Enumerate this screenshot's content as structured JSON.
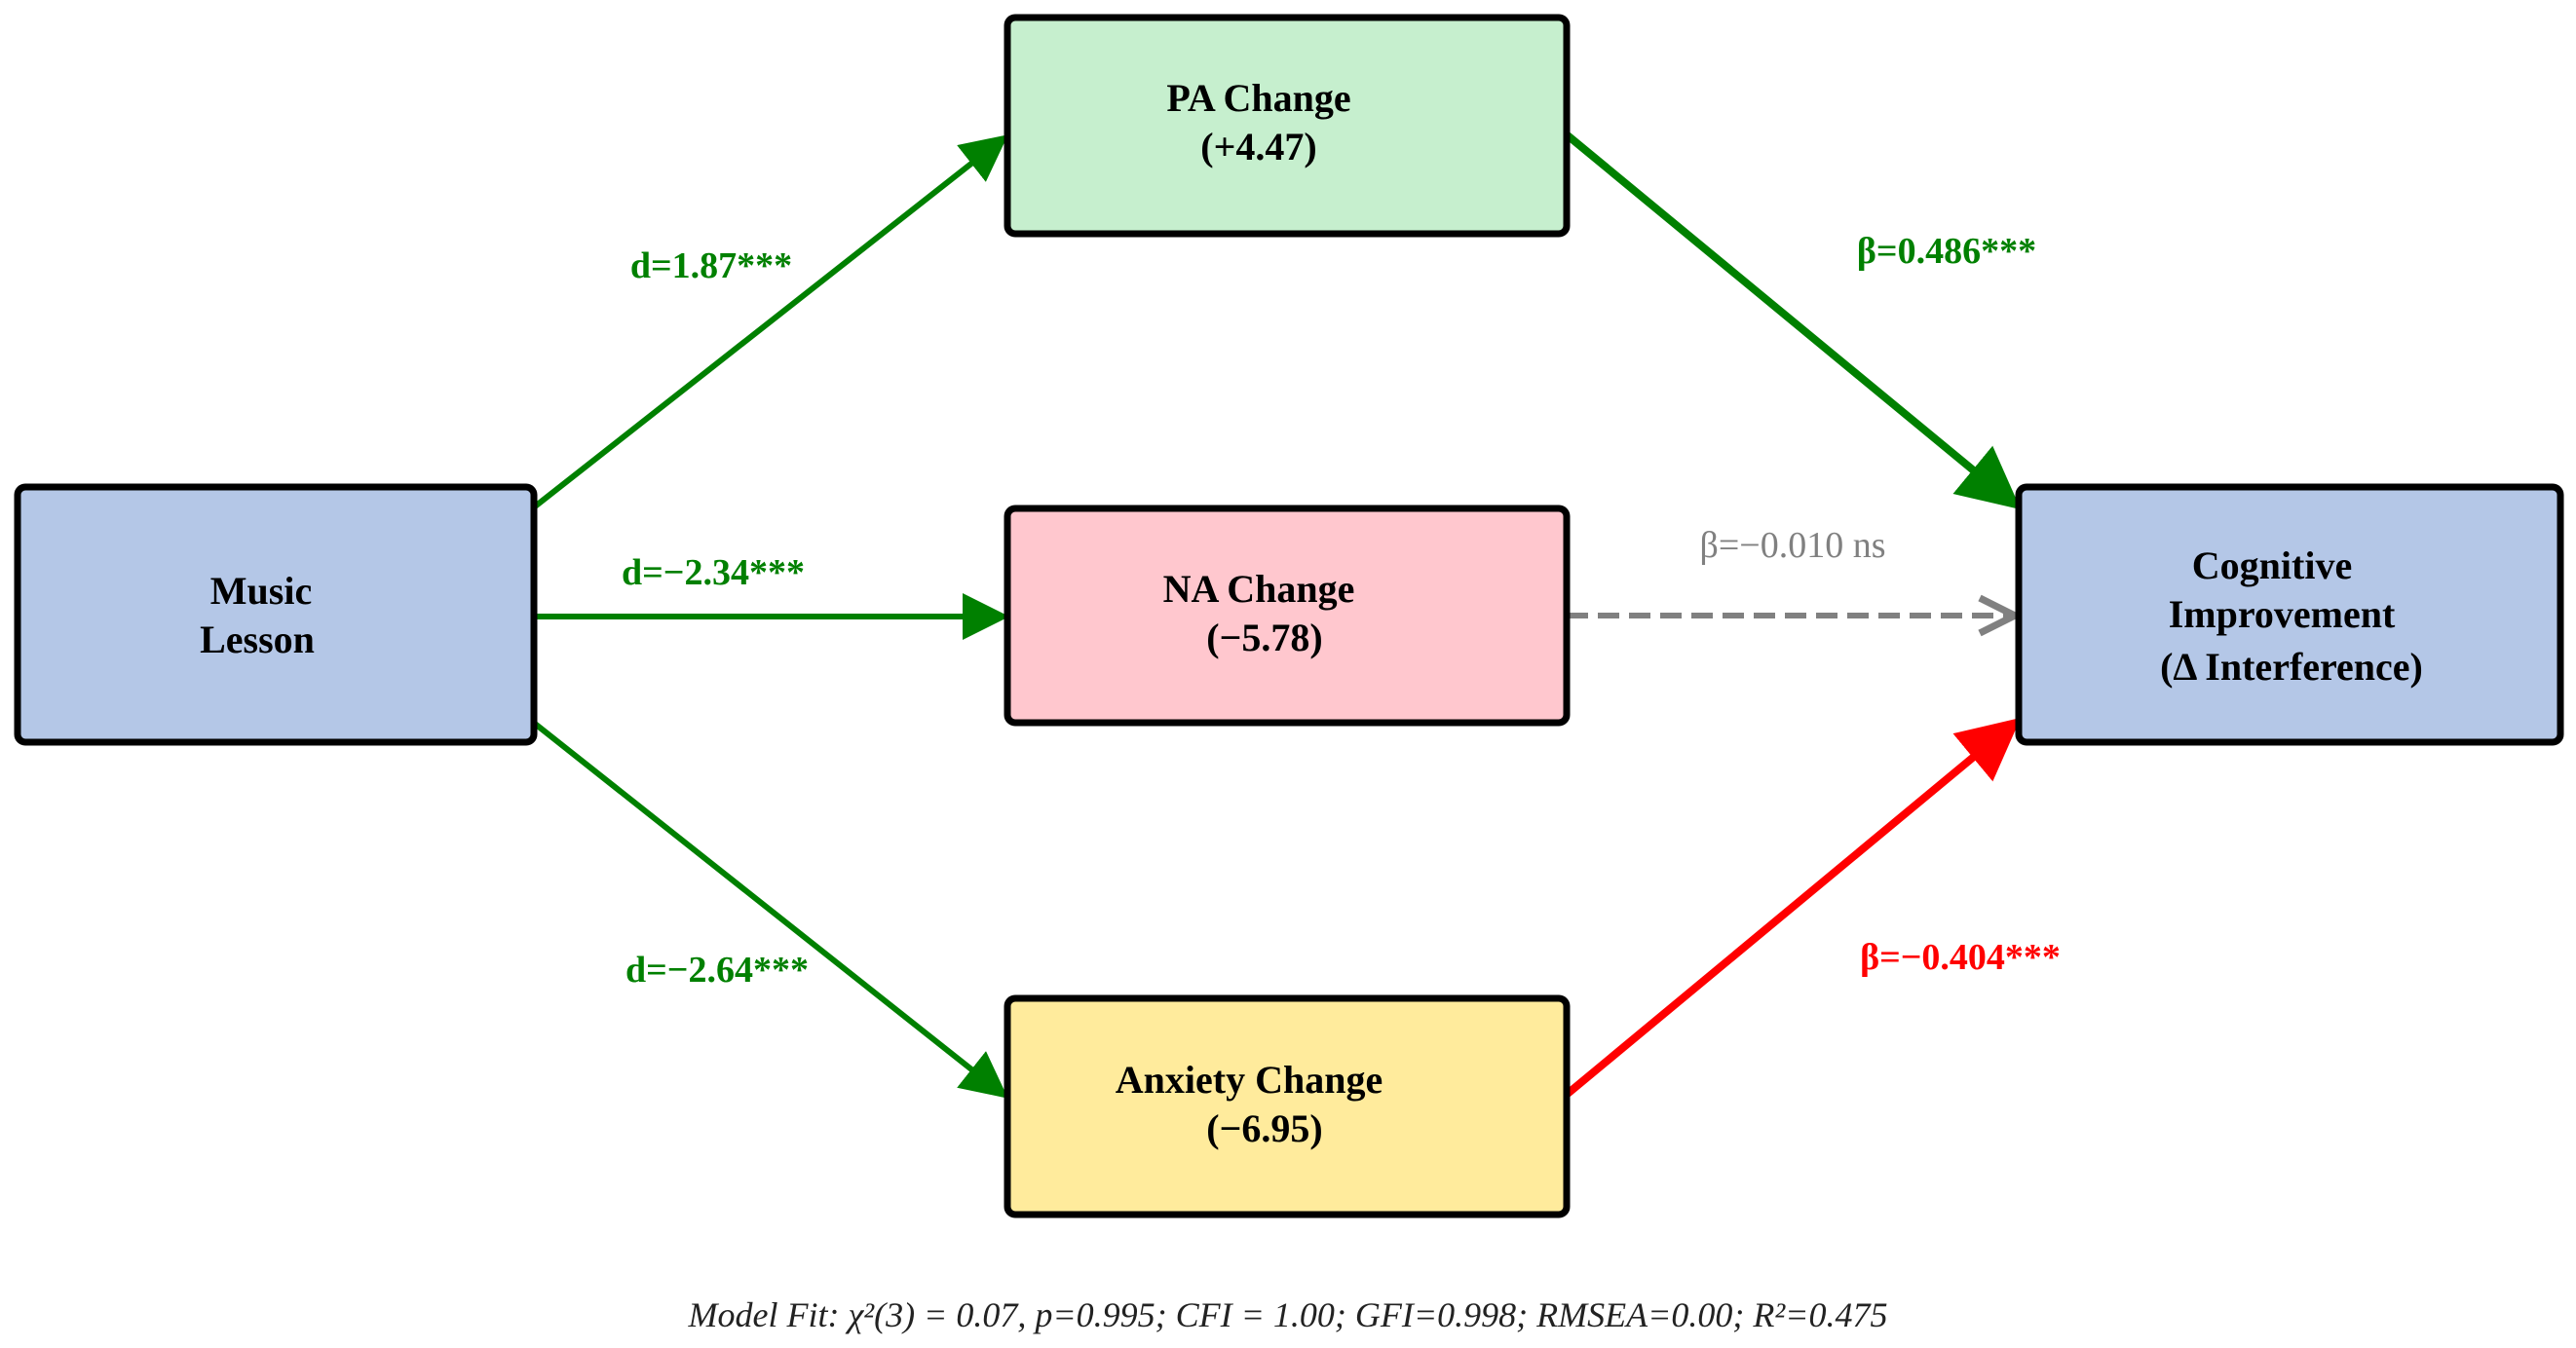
{
  "nodes": {
    "music": {
      "lines": [
        "Music",
        "Lesson"
      ],
      "fill": "#b4c7e7"
    },
    "pa": {
      "lines": [
        "PA Change",
        "(+4.47)"
      ],
      "fill": "#c6efce"
    },
    "na": {
      "lines": [
        "NA Change",
        "(−5.78)"
      ],
      "fill": "#ffc7ce"
    },
    "anxiety": {
      "lines": [
        "Anxiety Change",
        "(−6.95)"
      ],
      "fill": "#ffeb9c"
    },
    "cognitive": {
      "lines": [
        "Cognitive",
        "Improvement",
        "(Δ Interference)"
      ],
      "fill": "#b4c7e7"
    }
  },
  "paths": {
    "music_pa": {
      "label": "d=1.87***",
      "color": "#008000",
      "style": "solid"
    },
    "music_na": {
      "label": "d=−2.34***",
      "color": "#008000",
      "style": "solid"
    },
    "music_anxiety": {
      "label": "d=−2.64***",
      "color": "#008000",
      "style": "solid"
    },
    "pa_cognitive": {
      "label": "β=0.486***",
      "color": "#008000",
      "style": "solid"
    },
    "na_cognitive": {
      "label": "β=−0.010 ns",
      "color": "#808080",
      "style": "dashed"
    },
    "anxiety_cognitive": {
      "label": "β=−0.404***",
      "color": "#ff0000",
      "style": "solid"
    }
  },
  "footer": "Model Fit: χ²(3) = 0.07, p=0.995; CFI = 1.00; GFI=0.998; RMSEA=0.00; R²=0.475"
}
